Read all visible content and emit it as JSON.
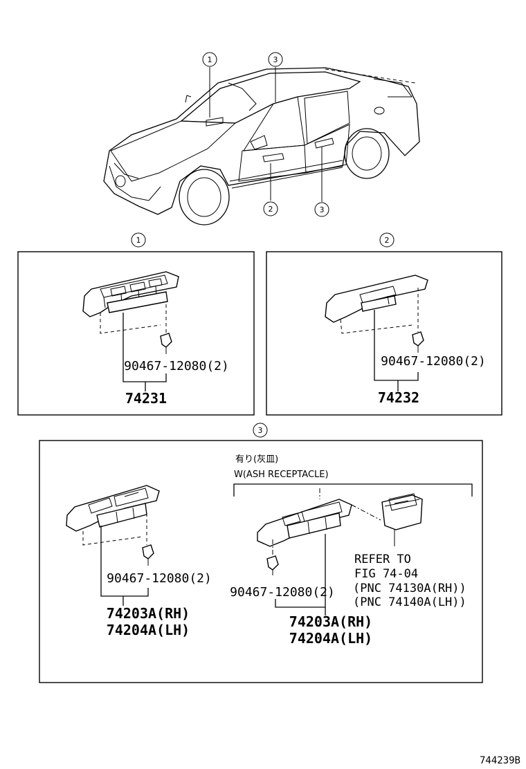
{
  "callouts": {
    "view_1": "1",
    "view_2": "2",
    "view_3": "3",
    "car_1": "1",
    "car_2": "2",
    "car_3a": "3",
    "car_3b": "3"
  },
  "panel1": {
    "clip_part": "90467-12080(2)",
    "assembly_part": "74231"
  },
  "panel2": {
    "clip_part": "90467-12080(2)",
    "assembly_part": "74232"
  },
  "panel3": {
    "left_clip_part": "90467-12080(2)",
    "left_assembly_rh": "74203A(RH)",
    "left_assembly_lh": "74204A(LH)",
    "variant_jp": "有り(灰皿)",
    "variant_en": "W(ASH RECEPTACLE)",
    "right_clip_part": "90467-12080(2)",
    "right_assembly_rh": "74203A(RH)",
    "right_assembly_lh": "74204A(LH)",
    "refer_line1": "REFER TO",
    "refer_line2": "FIG 74-04",
    "refer_line3": "(PNC 74130A(RH))",
    "refer_line4": "(PNC 74140A(LH))"
  },
  "figure_code": "744239B"
}
